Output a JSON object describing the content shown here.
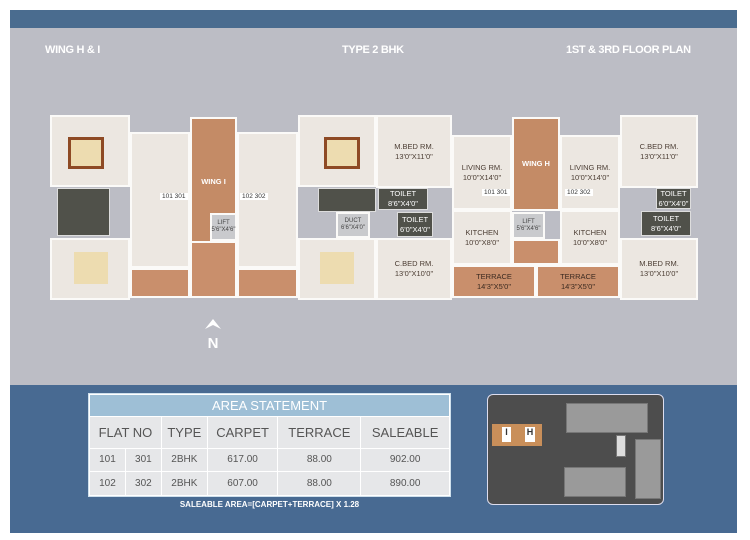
{
  "header": {
    "left": "WING H & I",
    "center": "TYPE 2 BHK",
    "right": "1ST & 3RD FLOOR PLAN"
  },
  "plan": {
    "wing_i": {
      "label": "WING I",
      "flat_left": "101 301",
      "flat_right": "102 302",
      "lift": "LIFT",
      "lift_size": "5'6\"X4'6\"",
      "duct": "DUCT",
      "duct_size": "6'6\"X4'0\""
    },
    "wing_h": {
      "label": "WING H",
      "flat_left": "101 301",
      "flat_right": "102 302",
      "lift": "LIFT",
      "lift_size": "5'6\"X4'6\""
    },
    "rooms": [
      {
        "name": "M.BED RM.",
        "size": "13'0\"X11'0\""
      },
      {
        "name": "TOILET",
        "size": "8'6\"X4'0\""
      },
      {
        "name": "TOILET",
        "size": "6'0\"X4'0\""
      },
      {
        "name": "C.BED RM.",
        "size": "13'0\"X10'0\""
      },
      {
        "name": "LIVING RM.",
        "size": "10'0\"X14'0\""
      },
      {
        "name": "KITCHEN",
        "size": "10'0\"X8'0\""
      },
      {
        "name": "TERRACE",
        "size": "14'3\"X5'0\""
      },
      {
        "name": "TERRACE",
        "size": "14'3\"X5'0\""
      },
      {
        "name": "LIVING RM.",
        "size": "10'0\"X14'0\""
      },
      {
        "name": "KITCHEN",
        "size": "10'0\"X8'0\""
      },
      {
        "name": "C.BED RM.",
        "size": "13'0\"X11'0\""
      },
      {
        "name": "TOILET",
        "size": "6'0\"X4'0\""
      },
      {
        "name": "TOILET",
        "size": "8'6\"X4'0\""
      },
      {
        "name": "M.BED RM.",
        "size": "13'0\"X10'0\""
      }
    ],
    "north": "N"
  },
  "area_statement": {
    "title": "AREA STATEMENT",
    "columns": [
      "FLAT NO",
      "TYPE",
      "CARPET",
      "TERRACE",
      "SALEABLE"
    ],
    "rows": [
      {
        "flat_a": "101",
        "flat_b": "301",
        "type": "2BHK",
        "carpet": "617.00",
        "terrace": "88.00",
        "saleable": "902.00"
      },
      {
        "flat_a": "102",
        "flat_b": "302",
        "type": "2BHK",
        "carpet": "607.00",
        "terrace": "88.00",
        "saleable": "890.00"
      }
    ],
    "note": "SALEABLE  AREA=[CARPET+TERRACE] X 1.28"
  },
  "aerial": {
    "label_i": "I",
    "label_h": "H"
  },
  "colors": {
    "band": "#486a92",
    "background": "#bcbdc5",
    "table_header": "#9ebfd6",
    "terrace": "#c98f6c"
  }
}
